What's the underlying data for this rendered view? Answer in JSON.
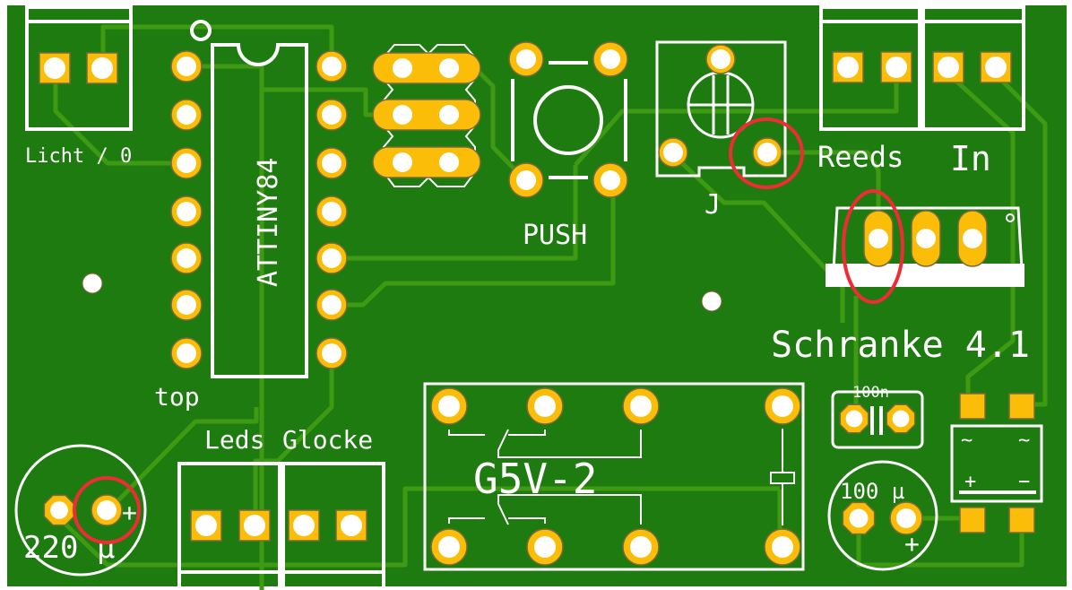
{
  "board": {
    "title": "Schranke 4.1",
    "colors": {
      "substrate": "#1e7b10",
      "trace": "#3d9a12",
      "pad": "#fbbd08",
      "pad_outline": "#7a6a3c",
      "drill": "#ffffff",
      "silkscreen": "#ffffff",
      "highlight": "#ef2b35",
      "background": "#ffffff"
    }
  },
  "labels": {
    "licht": "Licht / 0",
    "ic": "ATTINY84",
    "push": "PUSH",
    "trimmer": "J",
    "reeds": "Reeds",
    "in": "In",
    "title": "Schranke 4.1",
    "top": "top",
    "leds": "Leds",
    "glocke": "Glocke",
    "relay": "G5V-2",
    "cap_small": "100n",
    "cap_elko_small": "100 µ",
    "cap_elko_big": "220 µ",
    "plus": "+",
    "minus": "−",
    "tilde": "~"
  },
  "components": [
    {
      "ref": "terminal-licht",
      "label": "Licht / 0",
      "pins": 2
    },
    {
      "ref": "ic-attiny84",
      "label": "ATTINY84",
      "pins": 14
    },
    {
      "ref": "jumper-header",
      "pins": 6
    },
    {
      "ref": "push-button",
      "label": "PUSH",
      "pins": 4
    },
    {
      "ref": "trimmer",
      "label": "J",
      "pins": 3
    },
    {
      "ref": "terminal-reeds",
      "label": "Reeds",
      "pins": 2
    },
    {
      "ref": "terminal-in",
      "label": "In",
      "pins": 2
    },
    {
      "ref": "voltage-regulator",
      "pins": 3
    },
    {
      "ref": "capacitor-100n",
      "label": "100n",
      "pins": 2
    },
    {
      "ref": "bridge-rectifier",
      "pins": 4
    },
    {
      "ref": "capacitor-100u",
      "label": "100 µ",
      "pins": 2
    },
    {
      "ref": "capacitor-220u",
      "label": "220 µ",
      "pins": 2
    },
    {
      "ref": "terminal-leds",
      "label": "Leds",
      "pins": 2
    },
    {
      "ref": "terminal-glocke",
      "label": "Glocke",
      "pins": 2
    },
    {
      "ref": "relay-g5v2",
      "label": "G5V-2",
      "pins": 8
    }
  ],
  "highlights": [
    {
      "target": "trimmer pin 3"
    },
    {
      "target": "voltage-regulator pin 1"
    },
    {
      "target": "capacitor-220u + pin"
    }
  ]
}
